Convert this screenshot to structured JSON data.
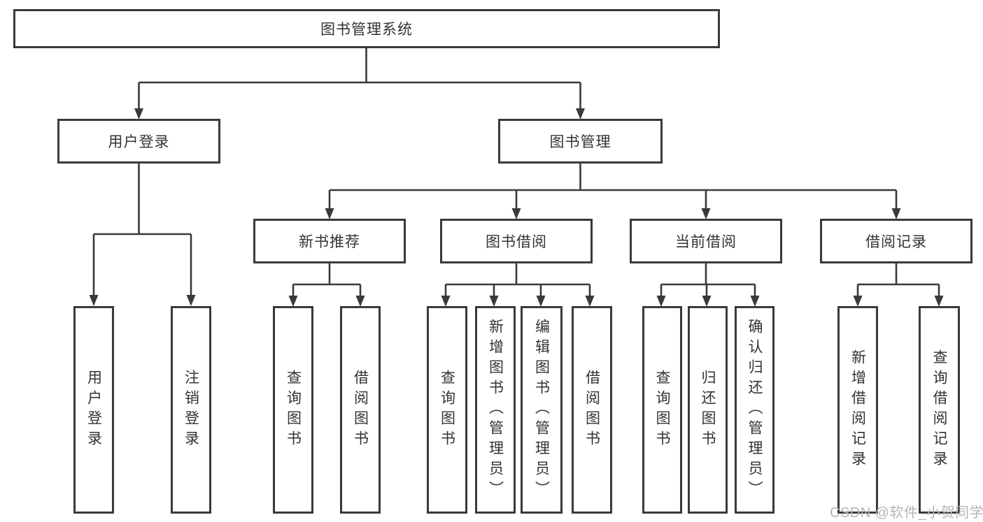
{
  "tree": {
    "root": {
      "label": "图书管理系统"
    },
    "branches": [
      {
        "label": "用户登录",
        "children": [
          {
            "label": "用户登录"
          },
          {
            "label": "注销登录"
          }
        ]
      },
      {
        "label": "图书管理",
        "groups": [
          {
            "label": "新书推荐",
            "children": [
              {
                "label": "查询图书"
              },
              {
                "label": "借阅图书"
              }
            ]
          },
          {
            "label": "图书借阅",
            "children": [
              {
                "label": "查询图书"
              },
              {
                "label": "新增图书（管理员）"
              },
              {
                "label": "编辑图书（管理员）"
              },
              {
                "label": "借阅图书"
              }
            ]
          },
          {
            "label": "当前借阅",
            "children": [
              {
                "label": "查询图书"
              },
              {
                "label": "归还图书"
              },
              {
                "label": "确认归还（管理员）"
              }
            ]
          },
          {
            "label": "借阅记录",
            "children": [
              {
                "label": "新增借阅记录"
              },
              {
                "label": "查询借阅记录"
              }
            ]
          }
        ]
      }
    ]
  },
  "watermark": {
    "text": "CSDN @软件_小贺同学"
  },
  "colors": {
    "line": "#3a3a3a",
    "text": "#333333",
    "watermark": "#b5b5b5",
    "background": "#ffffff"
  }
}
